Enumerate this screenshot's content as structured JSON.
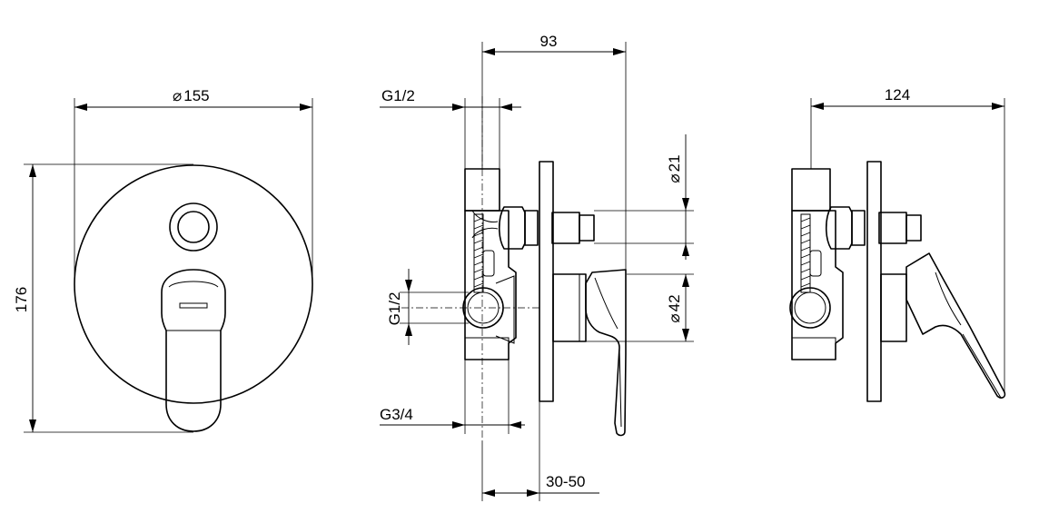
{
  "dimensions": {
    "plate_diameter": "155",
    "plate_height": "176",
    "body_depth": "93",
    "top_inlet_thread": "G1/2",
    "side_outlet_thread": "G1/2",
    "bottom_outlet_thread": "G3/4",
    "spindle_diameter": "21",
    "sleeve_diameter": "42",
    "installation_depth": "30-50",
    "side_view_depth": "124"
  },
  "symbols": {
    "diameter": "⌀"
  }
}
